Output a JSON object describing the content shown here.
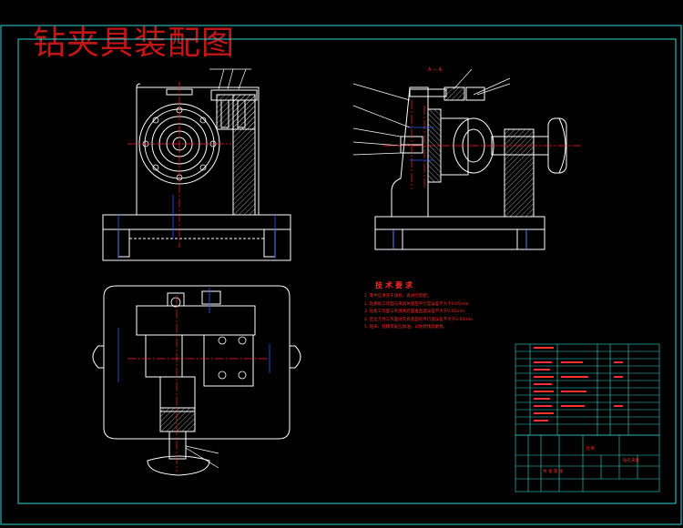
{
  "drawing": {
    "title": "钻夹具装配图",
    "section_label": "A — A",
    "technical_requirements": {
      "heading": "技术要求",
      "items": [
        "1. 零件应清洗干净后，再进行装配。",
        "2. 钻模板工作面与夹具体底面平行度误差不大于0.05mm",
        "3. 钻套工作面与夹具体底面垂直度误差不大于0.05mm",
        "4. 定位元件工作面对夹具底面的平行度误差不大于0.05mm",
        "5. 钻床、钻模等处应加油，以防锈蚀及磨损。"
      ]
    },
    "title_block": {
      "drawing_name": "钻孔夹具",
      "label_material": "比例",
      "label_sheet": "共 张 第 张"
    },
    "colors": {
      "background": "#000000",
      "frame": "#2fd6d6",
      "geometry": "#ffffff",
      "center_lines": "#ff2020",
      "dimensions": "#2d5bff",
      "hatch": "#ffffff",
      "title": "#c41616"
    }
  }
}
